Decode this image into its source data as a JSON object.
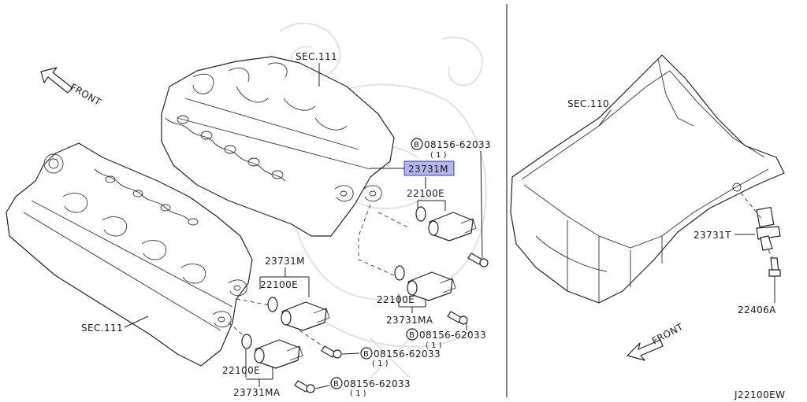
{
  "labels": {
    "front_left": "FRONT",
    "front_right": "FRONT",
    "sec111_top": "SEC.111",
    "sec111_left": "SEC.111",
    "sec110": "SEC.110",
    "p_23731M_hl": "23731M",
    "p_23731M": "23731M",
    "p_22100E_a": "22100E",
    "p_22100E_b": "22100E",
    "p_22100E_c": "22100E",
    "p_22100E_d": "22100E",
    "p_23731MA_a": "23731MA",
    "p_23731MA_b": "23731MA",
    "p_23731T": "23731T",
    "p_22406A": "22406A",
    "bolt_a": "08156-62033",
    "bolt_b": "08156-62033",
    "bolt_c": "08156-62033",
    "bolt_d": "08156-62033",
    "bolt_symbol": "B",
    "qty_1": "( 1 )",
    "diagram_code": "J22100EW"
  },
  "colors": {
    "line": "#222222",
    "highlight_fill": "#b3b6ea",
    "highlight_stroke": "#3a3fa8",
    "watermark": "#e2e2e2"
  },
  "icons": {
    "front_arrow": "front-arrow-icon",
    "bolt_circle": "circled-b-icon"
  }
}
